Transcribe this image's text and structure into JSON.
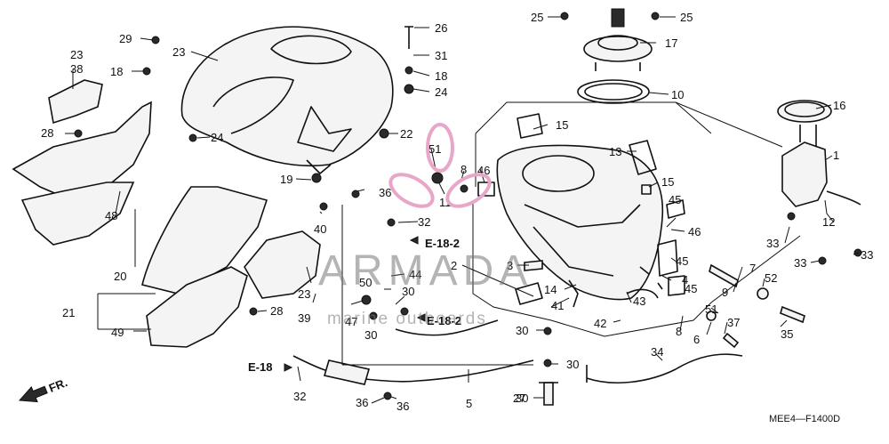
{
  "callouts": {
    "c1": "1",
    "c2": "2",
    "c3": "3",
    "c4": "4",
    "c5": "5",
    "c6": "6",
    "c7": "7",
    "c8a": "8",
    "c8b": "8",
    "c9": "9",
    "c10": "10",
    "c11": "11",
    "c12": "12",
    "c13": "13",
    "c14": "14",
    "c15a": "15",
    "c15b": "15",
    "c16": "16",
    "c17": "17",
    "c18a": "18",
    "c18b": "18",
    "c19": "19",
    "c20": "20",
    "c21": "21",
    "c22": "22",
    "c23a": "23",
    "c23b": "23",
    "c23c": "23",
    "c24a": "24",
    "c24b": "24",
    "c25a": "25",
    "c25b": "25",
    "c26": "26",
    "c27": "27",
    "c28a": "28",
    "c28b": "28",
    "c29": "29",
    "c30a": "30",
    "c30b": "30",
    "c30c": "30",
    "c30d": "30",
    "c30e": "30",
    "c31": "31",
    "c32a": "32",
    "c32b": "32",
    "c33a": "33",
    "c33b": "33",
    "c33c": "33",
    "c34": "34",
    "c35": "35",
    "c36a": "36",
    "c36b": "36",
    "c36c": "36",
    "c37": "37",
    "c38": "38",
    "c39": "39",
    "c40": "40",
    "c41": "41",
    "c42": "42",
    "c43": "43",
    "c44": "44",
    "c45a": "45",
    "c45b": "45",
    "c45c": "45",
    "c46a": "46",
    "c46b": "46",
    "c47": "47",
    "c48": "48",
    "c49": "49",
    "c50": "50",
    "c51a": "51",
    "c51b": "51",
    "c52": "52"
  },
  "refs": {
    "e18_2a": "E-18-2",
    "e18_2b": "E-18-2",
    "e18": "E-18"
  },
  "front_marker": "FR.",
  "diagram_code": "MEE4—F1400D",
  "watermark": {
    "brand": "ARMADA",
    "tagline": "marine outboards",
    "accent_color": "#e8a7c8"
  },
  "colors": {
    "line": "#111111",
    "background": "#ffffff"
  }
}
